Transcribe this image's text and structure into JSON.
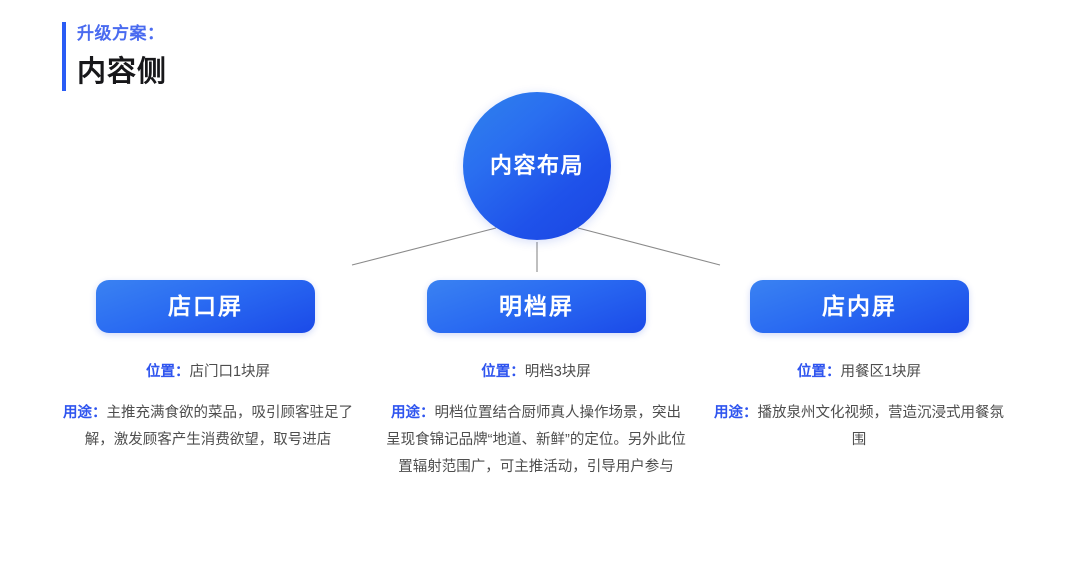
{
  "header": {
    "eyebrow": "升级方案：",
    "title": "内容侧",
    "accent_color": "#2a5cf5",
    "eyebrow_color": "#4a6bf0",
    "title_color": "#17171a"
  },
  "diagram": {
    "hub": {
      "label": "内容布局",
      "gradient_from": "#2f82ec",
      "gradient_to": "#1a45e2"
    },
    "connector_color": "#8a8a8a",
    "nodes": [
      {
        "label": "店口屏",
        "position_label": "位置：",
        "position_value": "店门口1块屏",
        "purpose_label": "用途：",
        "purpose_value": "主推充满食欲的菜品，吸引顾客驻足了解，激发顾客产生消费欲望，取号进店"
      },
      {
        "label": "明档屏",
        "position_label": "位置：",
        "position_value": "明档3块屏",
        "purpose_label": "用途：",
        "purpose_value": "明档位置结合厨师真人操作场景，突出呈现食锦记品牌“地道、新鲜”的定位。另外此位置辐射范围广，可主推活动，引导用户参与"
      },
      {
        "label": "店内屏",
        "position_label": "位置：",
        "position_value": "用餐区1块屏",
        "purpose_label": "用途：",
        "purpose_value": "播放泉州文化视频，营造沉浸式用餐氛围"
      }
    ],
    "node_gradient_from": "#3a82f2",
    "node_gradient_to": "#1b4ae8",
    "label_color": "#2f55ef",
    "body_color": "#4d4d4d"
  }
}
